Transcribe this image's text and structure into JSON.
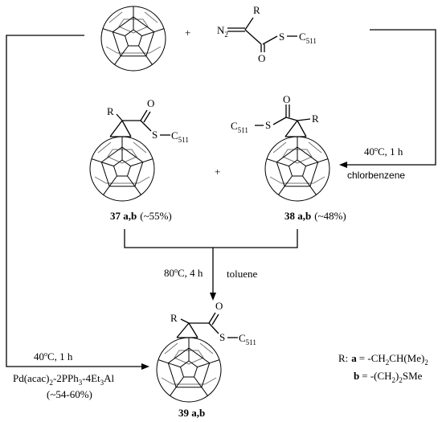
{
  "reagents": {
    "plus": "+",
    "diazo_n2": "N",
    "diazo_sub": "2",
    "r": "R",
    "o": "O",
    "s": "S",
    "c5h11": "C",
    "c5h11_sub": "5",
    "c5h11_sub2": "11"
  },
  "step1": {
    "temp": "40",
    "temp_unit": "o",
    "temp_c": "C, 1 h",
    "solvent": "chlorbenzene"
  },
  "products1": {
    "p37_num": "37 a,b",
    "p37_yield": "(~55%)",
    "plus": "+",
    "p38_num": "38 a,b",
    "p38_yield": "(~48%)"
  },
  "step2": {
    "temp": "80",
    "temp_unit": "o",
    "temp_c": "C, 4 h",
    "solvent": "toluene"
  },
  "step3": {
    "temp": "40",
    "temp_unit": "o",
    "temp_c": "C, 1 h",
    "cat_a": "Pd(acac)",
    "cat_a_sub": "2",
    "cat_b": "-2PPh",
    "cat_b_sub": "3",
    "cat_c": "-4Et",
    "cat_c_sub": "3",
    "cat_d": "Al",
    "yield": "(~54-60%)"
  },
  "final": {
    "num": "39 a,b"
  },
  "legend": {
    "prefix": "R:",
    "a_key": "a",
    "a_text": "= -CH",
    "a_sub1": "2",
    "a_mid": "CH(Me)",
    "a_sub2": "2",
    "b_key": "b",
    "b_text": "= -(CH",
    "b_sub1": "2",
    "b_mid": ")",
    "b_sub2": "2",
    "b_end": "SMe"
  }
}
